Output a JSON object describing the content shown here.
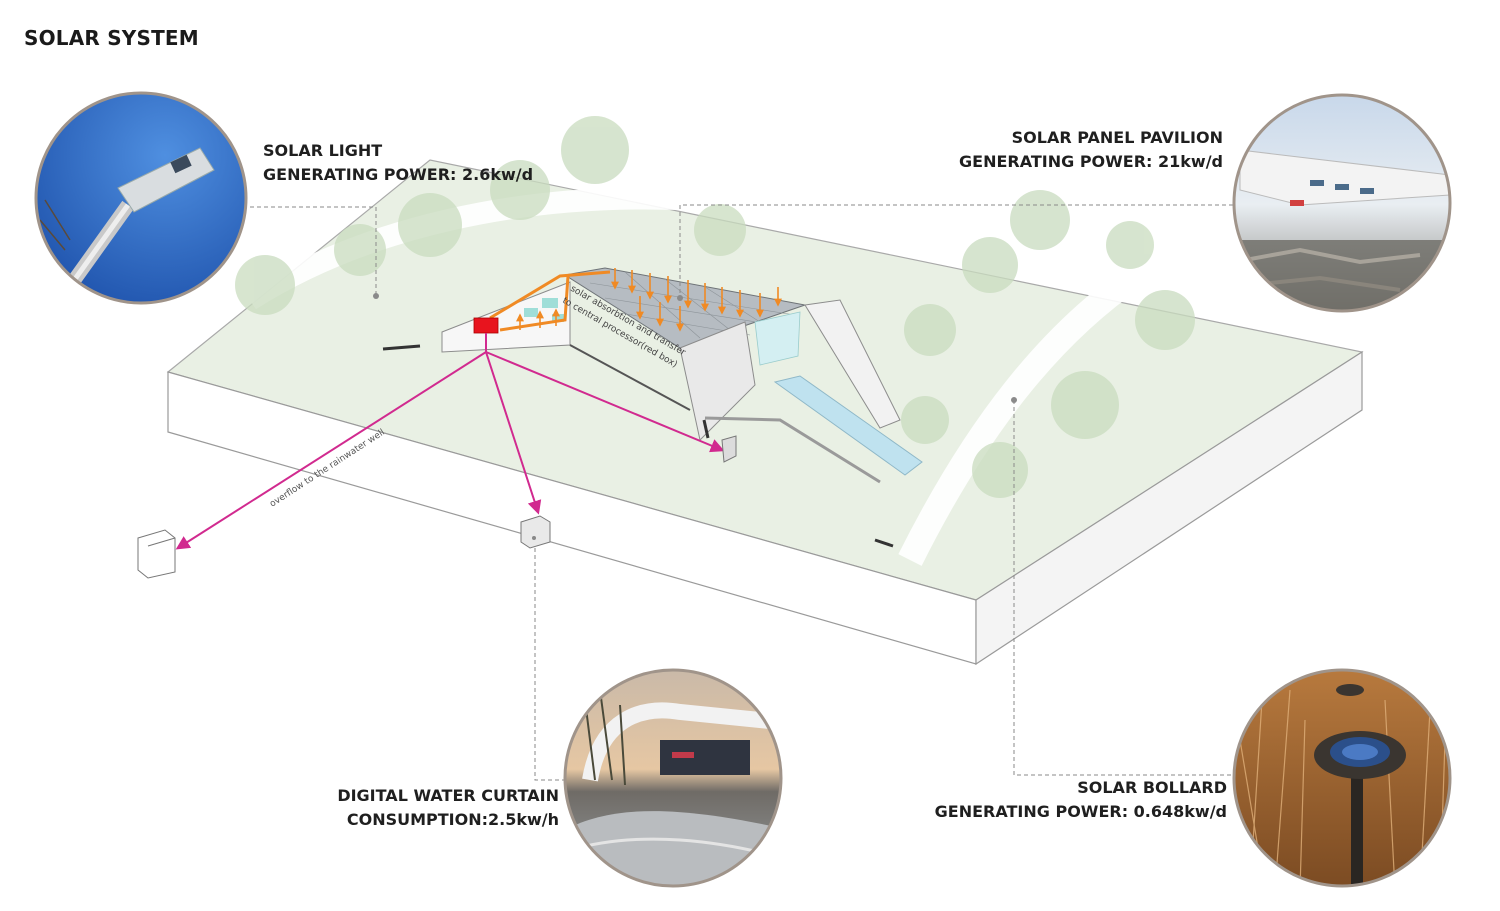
{
  "title": "SOLAR SYSTEM",
  "labels": {
    "solar_light": {
      "name": "SOLAR LIGHT",
      "power": "GENERATING POWER: 2.6kw/d"
    },
    "pavilion": {
      "name": "SOLAR PANEL PAVILION",
      "power": "GENERATING POWER: 21kw/d"
    },
    "water_curtain": {
      "name": "DIGITAL WATER CURTAIN",
      "power": "CONSUMPTION:2.5kw/h"
    },
    "bollard": {
      "name": "SOLAR BOLLARD",
      "power": "GENERATING POWER: 0.648kw/d"
    }
  },
  "annotations": {
    "overflow": "overflow to the rainwater well",
    "absorption_line1": "solar absorbtion and transfer",
    "absorption_line2": "to central processor(red box)"
  },
  "colors": {
    "flow_arrow": "#d12a8f",
    "solar_arrow": "#f08a24",
    "processor": "#e8141e",
    "ground": "#e9f0e4",
    "tree": "#c9dcbf",
    "photo_ring": "#a0948a"
  }
}
